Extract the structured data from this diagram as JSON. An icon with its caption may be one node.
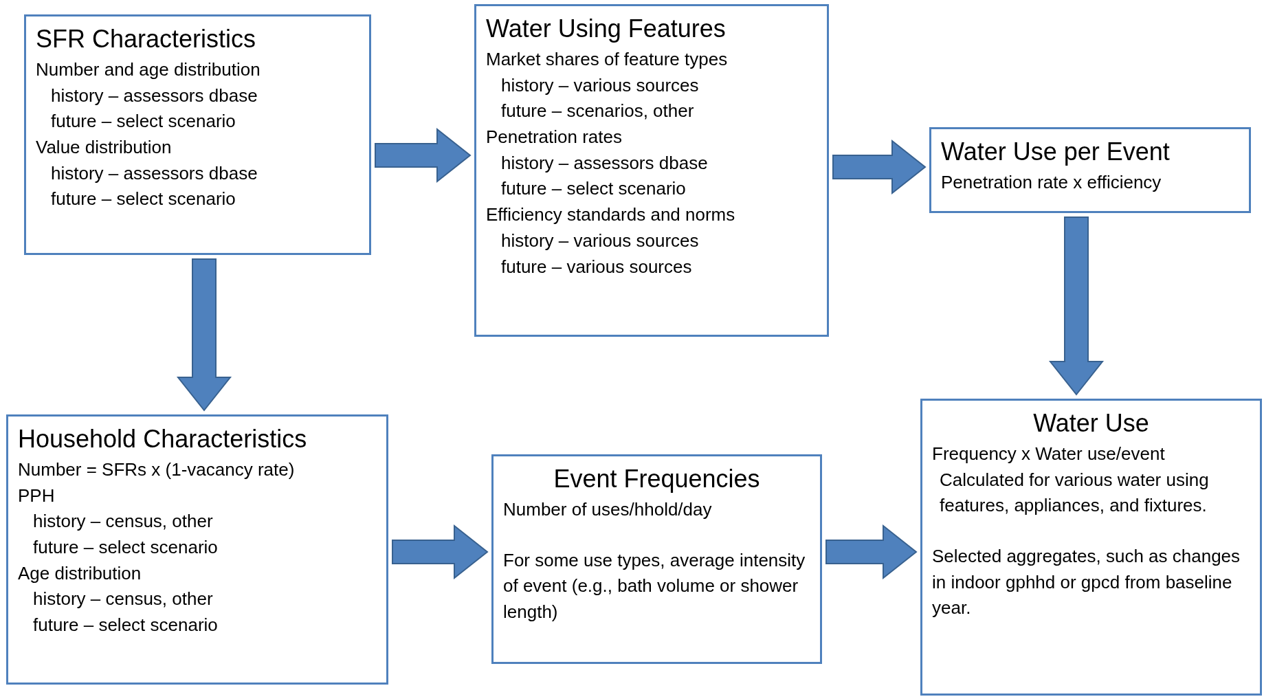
{
  "diagram": {
    "nodes": [
      {
        "text": [
          "SFR Characteristics",
          "Number and age distribution",
          "history – assessors dbase",
          "future – select scenario",
          "Value distribution",
          "history – assessors dbase",
          "future – select scenario"
        ]
      },
      {
        "text": [
          "Water Using Features",
          "Market shares of feature types",
          "history – various sources",
          "future – scenarios, other",
          "Penetration rates",
          "history – assessors dbase",
          "future – select scenario",
          "Efficiency standards and norms",
          "history – various sources",
          "future – various sources"
        ]
      },
      {
        "text": [
          "Water Use per Event",
          "Penetration rate x efficiency"
        ]
      },
      {
        "text": [
          "Household Characteristics",
          "Number = SFRs x (1-vacancy rate)",
          "PPH",
          "history – census, other",
          "future – select scenario",
          "Age distribution",
          "history – census, other",
          "future – select scenario"
        ]
      },
      {
        "text": [
          "Event Frequencies",
          "Number of uses/hhold/day",
          "For some use types, average intensity of event (e.g., bath volume or shower length)"
        ]
      },
      {
        "text": [
          "Water Use",
          "Frequency x Water use/event",
          "Calculated for various water using features, appliances, and fixtures.",
          "Selected aggregates, such as changes in indoor gphhd or gpcd from baseline year."
        ]
      }
    ],
    "edges": [
      {
        "from": 0,
        "to": 1,
        "arrow": "to"
      },
      {
        "from": 1,
        "to": 2,
        "arrow": "to"
      },
      {
        "from": 0,
        "to": 3,
        "arrow": "to"
      },
      {
        "from": 2,
        "to": 5,
        "arrow": "to"
      },
      {
        "from": 3,
        "to": 4,
        "arrow": "to"
      },
      {
        "from": 4,
        "to": 5,
        "arrow": "to"
      }
    ]
  }
}
